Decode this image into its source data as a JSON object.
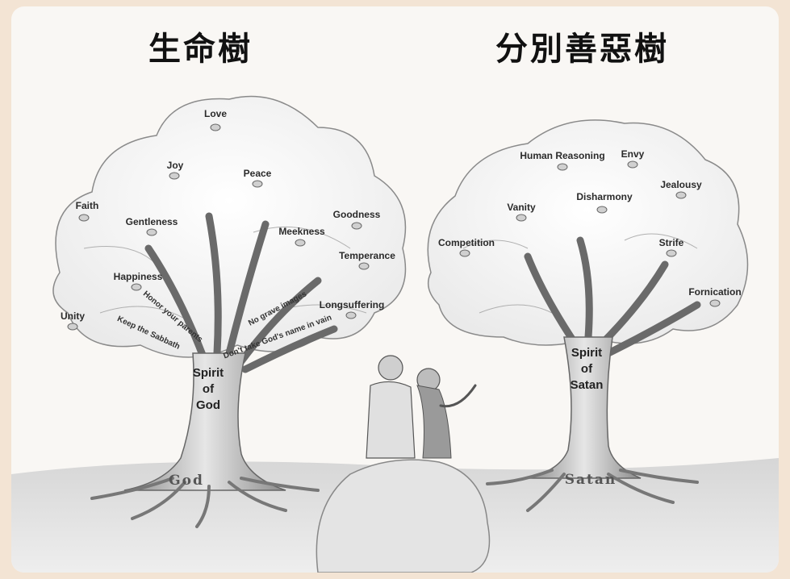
{
  "left_tree": {
    "title": "生命樹",
    "fruits": {
      "love": "Love",
      "joy": "Joy",
      "peace": "Peace",
      "faith": "Faith",
      "gentleness": "Gentleness",
      "goodness": "Goodness",
      "meekness": "Meekness",
      "temperance": "Temperance",
      "happiness": "Happiness",
      "unity": "Unity",
      "longsuffering": "Longsuffering"
    },
    "branches": {
      "b1": "No grave images",
      "b2": "Don't take God's name in vain",
      "b3": "Honor your parents",
      "b4": "Keep the Sabbath"
    },
    "trunk": [
      "Spirit",
      "of",
      "God"
    ],
    "root": "God"
  },
  "right_tree": {
    "title": "分別善惡樹",
    "fruits": {
      "human_reasoning": "Human Reasoning",
      "envy": "Envy",
      "jealousy": "Jealousy",
      "vanity": "Vanity",
      "disharmony": "Disharmony",
      "competition": "Competition",
      "strife": "Strife",
      "fornication": "Fornication"
    },
    "trunk": [
      "Spirit",
      "of",
      "Satan"
    ],
    "root": "Satan"
  }
}
